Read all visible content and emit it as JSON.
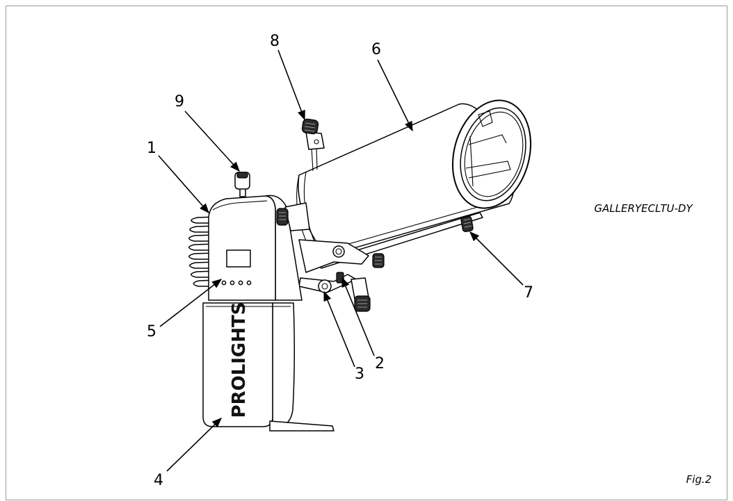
{
  "figure": {
    "model_label": "GALLERYECLTU-DY",
    "fig_label": "Fig.2",
    "brand_on_body": "PROLIGHTS",
    "callouts": [
      "1",
      "2",
      "3",
      "4",
      "5",
      "6",
      "7",
      "8",
      "9"
    ]
  },
  "colors": {
    "line": "#000000",
    "frame": "#9a9a9a",
    "knob": "#2b2b2b",
    "background": "#ffffff"
  }
}
